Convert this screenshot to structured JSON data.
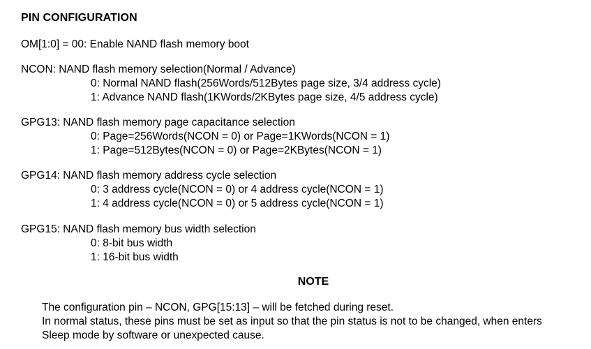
{
  "title": "PIN CONFIGURATION",
  "om": "OM[1:0] = 00: Enable NAND flash memory boot",
  "ncon": {
    "head": "NCON: NAND flash memory selection(Normal / Advance)",
    "opt0": "0: Normal NAND flash(256Words/512Bytes page size, 3/4 address cycle)",
    "opt1": "1: Advance NAND flash(1KWords/2KBytes page size, 4/5 address cycle)"
  },
  "gpg13": {
    "head": "GPG13: NAND flash memory page capacitance selection",
    "opt0": "0: Page=256Words(NCON = 0) or Page=1KWords(NCON = 1)",
    "opt1": "1: Page=512Bytes(NCON = 0) or Page=2KBytes(NCON = 1)"
  },
  "gpg14": {
    "head": "GPG14: NAND flash memory address cycle selection",
    "opt0": "0: 3 address cycle(NCON = 0) or 4 address cycle(NCON = 1)",
    "opt1": "1: 4 address cycle(NCON = 0) or 5 address cycle(NCON = 1)"
  },
  "gpg15": {
    "head": "GPG15: NAND flash memory bus width selection",
    "opt0": "0: 8-bit bus width",
    "opt1": "1: 16-bit bus width"
  },
  "note": {
    "title": "NOTE",
    "line1": "The configuration pin – NCON, GPG[15:13] – will be fetched during reset.",
    "line2": "In normal status, these pins must be set as input so that the pin status is not to be changed, when enters",
    "line3": "Sleep mode by software or unexpected cause."
  }
}
